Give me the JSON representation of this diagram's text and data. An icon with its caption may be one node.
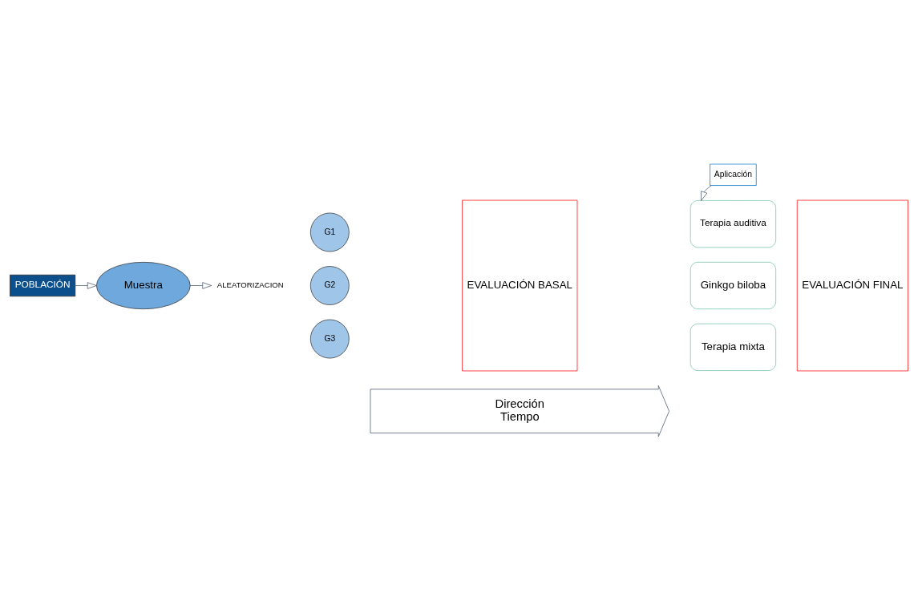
{
  "diagram": {
    "nodes": [
      {
        "text": [
          "Dirección",
          "Tiempo"
        ]
      },
      {
        "text": [
          "Aplicación"
        ]
      },
      {
        "text": [
          "POBLACIÓN"
        ]
      },
      {
        "text": [
          "Muestra"
        ]
      },
      {
        "text": [
          "ALEATORIZACION"
        ]
      },
      {
        "text": [
          "G1"
        ]
      },
      {
        "text": [
          "G2"
        ]
      },
      {
        "text": [
          "G3"
        ]
      },
      {
        "text": [
          "EVALUACIÓN BASAL"
        ]
      },
      {
        "text": [
          "Terapia auditiva"
        ]
      },
      {
        "text": [
          "Ginkgo biloba"
        ]
      },
      {
        "text": [
          "Terapia mixta"
        ]
      },
      {
        "text": [
          "EVALUACIÓN FINAL"
        ]
      }
    ],
    "edges": [
      {
        "from": 2,
        "to": 3,
        "arrow": "to"
      },
      {
        "from": 3,
        "to": 4,
        "arrow": "to"
      },
      {
        "from": 1,
        "to": 9,
        "arrow": "to"
      }
    ]
  }
}
